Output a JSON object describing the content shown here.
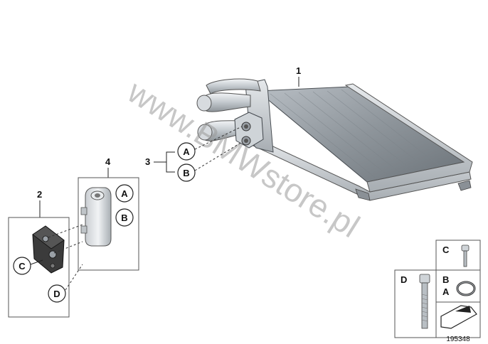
{
  "watermark": "www.BMWstore.pl",
  "parts": {
    "p1": "1",
    "p2": "2",
    "p3": "3",
    "p4": "4"
  },
  "callouts": {
    "a": "A",
    "b": "B",
    "c": "C",
    "d": "D"
  },
  "diagram_id": "195348",
  "colors": {
    "line": "#222222",
    "metal_light": "#d4d8dc",
    "metal_mid": "#a9afb5",
    "metal_dark": "#6f767c",
    "gasket": "#3a3a3a"
  }
}
